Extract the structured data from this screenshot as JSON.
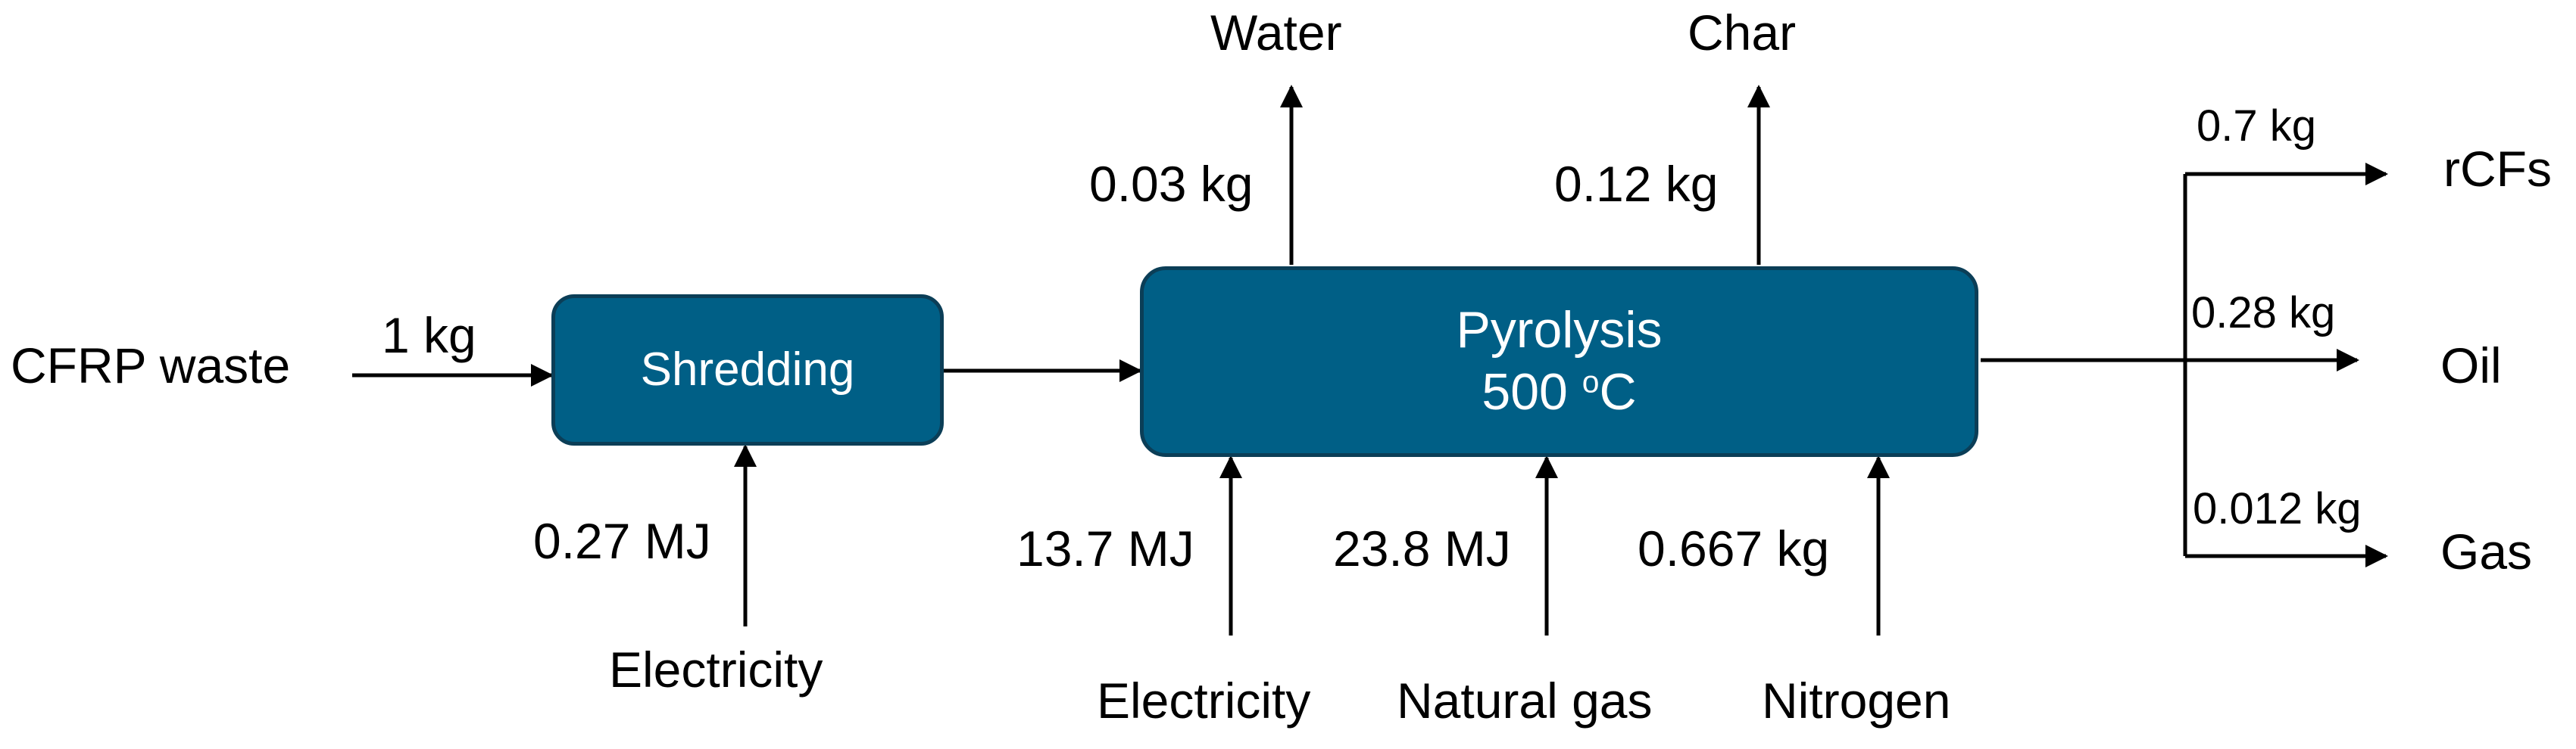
{
  "process": {
    "shredding": {
      "label": "Shredding"
    },
    "pyrolysis": {
      "label": "Pyrolysis",
      "temperature": "500",
      "unit_sup": "o",
      "unit": "C"
    }
  },
  "inputs": {
    "cfrp_waste": {
      "label": "CFRP waste",
      "amount": "1 kg"
    },
    "shredding_electricity": {
      "label": "Electricity",
      "amount": "0.27 MJ"
    },
    "pyrolysis_electricity": {
      "label": "Electricity",
      "amount": "13.7 MJ"
    },
    "natural_gas": {
      "label": "Natural gas",
      "amount": "23.8 MJ"
    },
    "nitrogen": {
      "label": "Nitrogen",
      "amount": "0.667 kg"
    }
  },
  "outputs": {
    "water": {
      "label": "Water",
      "amount": "0.03 kg"
    },
    "char": {
      "label": "Char",
      "amount": "0.12 kg"
    },
    "rcfs": {
      "label": "rCFs",
      "amount": "0.7 kg"
    },
    "oil": {
      "label": "Oil",
      "amount": "0.28 kg"
    },
    "gas": {
      "label": "Gas",
      "amount": "0.012 kg"
    }
  },
  "colors": {
    "box_fill": "#005f86",
    "box_border": "#0b3e57",
    "arrow": "#000000"
  }
}
